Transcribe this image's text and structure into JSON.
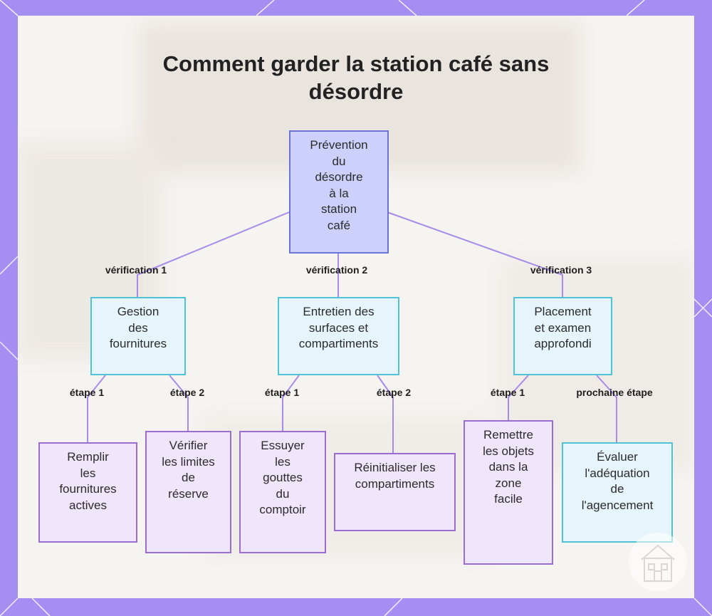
{
  "title_lines": [
    "Comment garder la station café sans",
    "désordre"
  ],
  "root": {
    "lines": [
      "Prévention",
      "du",
      "désordre",
      "à la",
      "station",
      "café"
    ]
  },
  "level1": [
    {
      "lines": [
        "Gestion",
        "des",
        "fournitures"
      ],
      "edge": "vérification 1"
    },
    {
      "lines": [
        "Entretien des",
        "surfaces et",
        "compartiments"
      ],
      "edge": "vérification 2"
    },
    {
      "lines": [
        "Placement",
        "et examen",
        "approfondi"
      ],
      "edge": "vérification 3"
    }
  ],
  "level2": [
    {
      "lines": [
        "Remplir",
        "les",
        "fournitures",
        "actives"
      ],
      "edge": "étape 1"
    },
    {
      "lines": [
        "Vérifier",
        "les limites",
        "de",
        "réserve"
      ],
      "edge": "étape 2"
    },
    {
      "lines": [
        "Essuyer",
        "les",
        "gouttes",
        "du",
        "comptoir"
      ],
      "edge": "étape 1"
    },
    {
      "lines": [
        "Réinitialiser les",
        "compartiments"
      ],
      "edge": "étape 2"
    },
    {
      "lines": [
        "Remettre",
        "les objets",
        "dans la",
        "zone",
        "facile"
      ],
      "edge": "étape 1"
    },
    {
      "lines": [
        "Évaluer",
        "l'adéquation",
        "de",
        "l'agencement"
      ],
      "edge": "prochaine étape"
    }
  ],
  "colors": {
    "frame": "#a48ef1",
    "root_fill": "#ccd0fa",
    "root_stroke": "#6b74d6",
    "mid_fill": "#e6f5fb",
    "mid_stroke": "#4fc3d3",
    "leaf_fill": "#f0e6fb",
    "leaf_stroke": "#9b6dd0",
    "connector": "#a78be8"
  },
  "icons": {
    "watermark": "building-logo-icon"
  }
}
